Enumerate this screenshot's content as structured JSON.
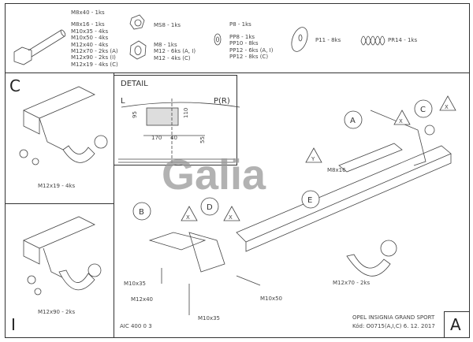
{
  "parts": {
    "bolts": [
      "M8x40 - 1ks",
      "M8x16 - 1ks",
      "M10x35 - 4ks",
      "M10x50 - 4ks",
      "M12x40 - 4ks",
      "M12x70 - 2ks (A)",
      "M12x90 - 2ks (I)",
      "M12x19 - 4ks (C)"
    ],
    "lock_nut": "MS8 - 1ks",
    "nuts": [
      "M8 - 1ks",
      "M12 - 6ks (A, I)",
      "M12 - 4ks (C)"
    ],
    "washer_small": "P8 - 1ks",
    "spring_washers": [
      "PP8 - 1ks",
      "PP10 - 8ks",
      "PP12 - 6ks (A, I)",
      "PP12 - 8ks (C)"
    ],
    "washer_large": "P11 - 8ks",
    "spring": "PR14 - 1ks"
  },
  "panel_c": {
    "letter": "C",
    "bolt_label": "M12x19 - 4ks"
  },
  "panel_i": {
    "letter": "I",
    "bolt_label": "M12x90 - 2ks"
  },
  "detail": {
    "title": "DETAIL",
    "left": "L",
    "right": "P(R)",
    "dims": [
      "95",
      "110",
      "170",
      "40",
      "55"
    ]
  },
  "logo": "Galia",
  "main": {
    "callouts": [
      "A",
      "B",
      "C",
      "D",
      "E",
      "X",
      "Y"
    ],
    "labels": {
      "m8x16": "M8x16",
      "m10x35_a": "M10x35",
      "m12x40": "M12x40",
      "m10x50": "M10x50",
      "m10x35_b": "M10x35",
      "m12x70": "M12x70 - 2ks"
    }
  },
  "footer": {
    "code_left": "AIC 400 0 3",
    "vehicle": "OPEL INSIGNIA GRAND SPORT",
    "kod": "Kód: O0715(A,I,C)  6. 12. 2017",
    "variant": "A"
  }
}
